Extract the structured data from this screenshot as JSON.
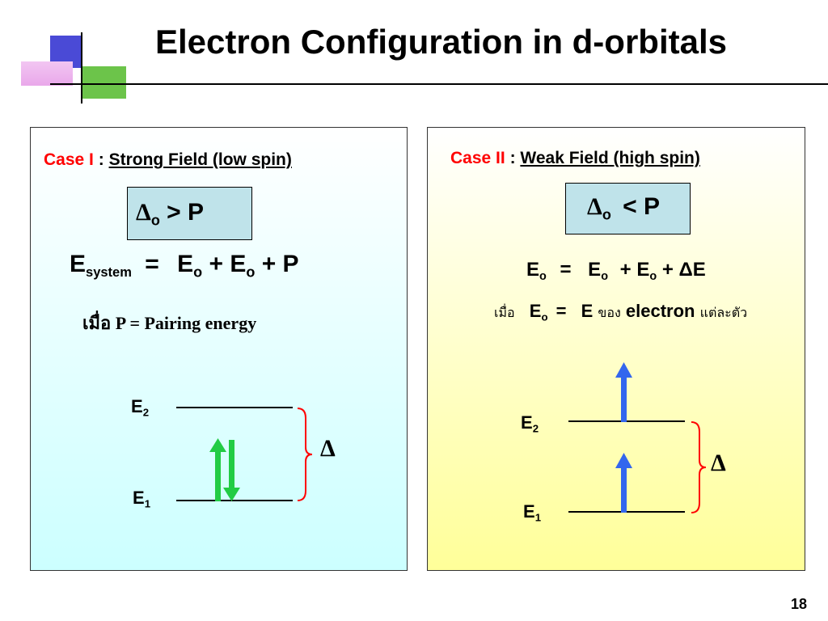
{
  "title": "Electron Configuration in d-orbitals",
  "page_number": "18",
  "left": {
    "case_label": "Case I",
    "colon": ":",
    "case_name": "Strong Field (low spin)",
    "box": {
      "delta": "Δ",
      "sub": "o",
      "rel": "> P"
    },
    "eq": {
      "lhs": "E",
      "lhs_sub": "system",
      "eqsign": "=",
      "t1": "E",
      "t1_sub": "o",
      "plus1": "+ E",
      "t2_sub": "o",
      "tail": "+ P"
    },
    "note": "เมื่อ P = Pairing energy",
    "level_top": "E",
    "level_top_sub": "2",
    "level_bottom": "E",
    "level_bottom_sub": "1",
    "gap_symbol": "Δ"
  },
  "right": {
    "case_label": "Case II",
    "colon": ":",
    "case_name": "Weak Field (high spin)",
    "box": {
      "delta": "Δ",
      "sub": "o",
      "rel": "<  P"
    },
    "eq": {
      "lhs": "E",
      "lhs_sub": "o",
      "eqsign": "=",
      "t1": "E",
      "t1_sub": "o",
      "plus1": "+ E",
      "t2_sub": "o",
      "tail": "+ ΔE"
    },
    "note": {
      "when": "เมื่อ",
      "e": "E",
      "e_sub": "o",
      "eqsign": "=",
      "e2": "E",
      "of": "ของ",
      "electron": "electron",
      "each": "แต่ละตัว"
    },
    "level_top": "E",
    "level_top_sub": "2",
    "level_bottom": "E",
    "level_bottom_sub": "1",
    "gap_symbol": "Δ"
  },
  "colors": {
    "arrow_green": "#22cc44",
    "arrow_blue": "#3366ee",
    "brace_red": "#ff0000",
    "box_fill": "#bfe3ea"
  }
}
